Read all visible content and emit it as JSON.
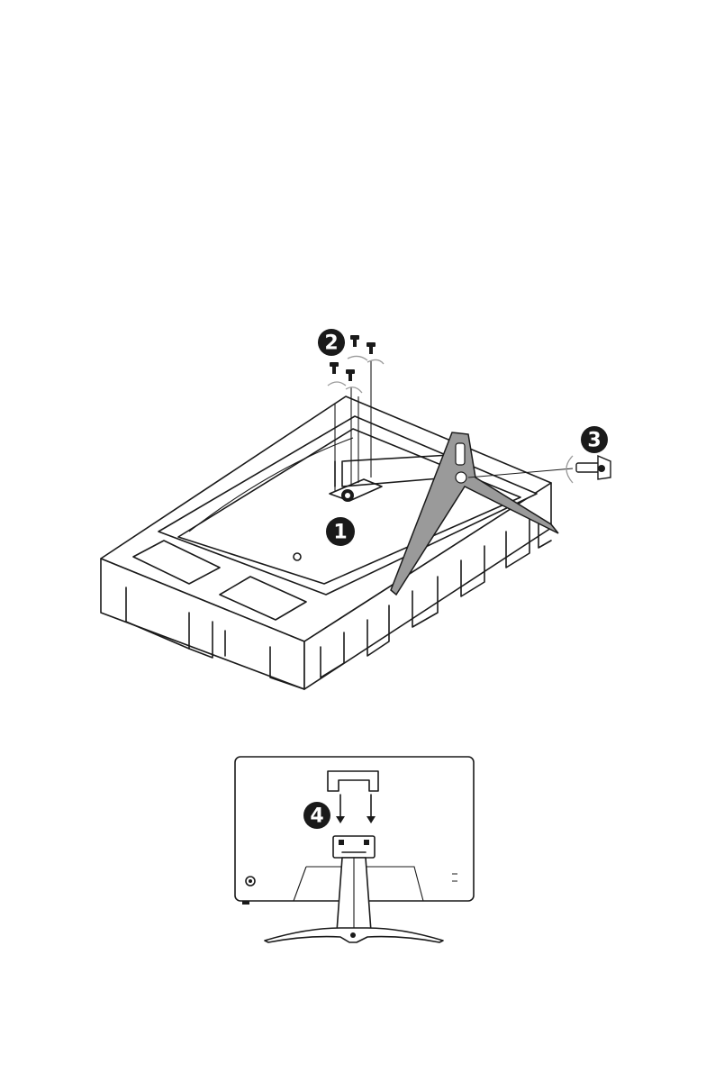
{
  "steps": {
    "step1": "1",
    "step2": "2",
    "step3": "3",
    "step4": "4"
  },
  "colors": {
    "line": "#1a1a1a",
    "stand_fill": "#9a9a9a",
    "badge": "#1a1a1a",
    "rotation_arrow": "#9a9a9a"
  }
}
